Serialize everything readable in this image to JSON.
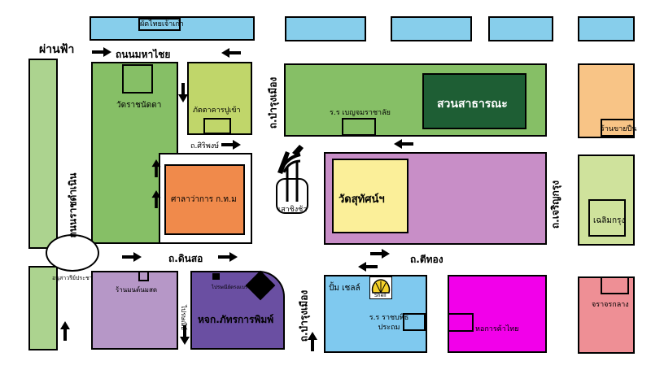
{
  "roads": {
    "phan_fa": "ผ่านฟ้า",
    "maha_chai": "ถนนมหาไชย",
    "ratchadamnoen": "ถนนราชดำเนิน",
    "bamrung_mueang_top": "ถ.บำรุงเมือง",
    "bamrung_mueang_bottom": "ถ.บำรุงเมือง",
    "siri_phong": "ถ.ศิริพงษ์",
    "din_so": "ถ.ดินสอ",
    "tee_thong": "ถ.ตีทอง",
    "charoen_krung": "ถ.เจริญกรุง",
    "monument": "อนุสาวรีย์ประชาธิปไตย"
  },
  "places": {
    "phat_thai": "ผัดไทยเจ้าเก่า",
    "wat_ratchanatda": "วัดราชนัดดา",
    "restaurant": "ภัตตาคารปูเข้า",
    "park": "สวนสาธารณะ",
    "school_benja": "ร.ร เบญจมราชาลัย",
    "giant_swing": "เสาชิงช้า",
    "city_hall": "ศาลาว่าการ ก.ท.ม",
    "wat_suthat": "วัดสุทัศน์ฯ",
    "shop_gun": "ร้านขายปืน",
    "chaloem_krung": "เฉลิมกรุง",
    "mont_shop": "ร้านมนต์นมสด",
    "post_office": "ไปรษณีย์",
    "mail_box": "ไปรษณีย์ตรงแบร์",
    "printing": "หจก.ภัทรการพิมพ์",
    "shell_station": "ปั้ม เชลล์",
    "shell_logo": "Shell",
    "school_rachabophit": "ร.ร ราชบพิธ ประถม",
    "hall": "หอการค้าไทย",
    "police": "จราจรกลาง"
  },
  "colors": {
    "light_blue": "#87ceeb",
    "green": "#86bf66",
    "light_green": "#acd38f",
    "lime": "#c0d66a",
    "dark_green": "#1e5e34",
    "orange": "#f08a4b",
    "lilac": "#c88ec7",
    "yellow": "#fbef99",
    "peach": "#f8c486",
    "pale_lime": "#cfe29c",
    "purple": "#b697c7",
    "indigo": "#6a4fa2",
    "sky": "#7fc9ef",
    "magenta": "#f200ea",
    "pink": "#ee8f95"
  }
}
